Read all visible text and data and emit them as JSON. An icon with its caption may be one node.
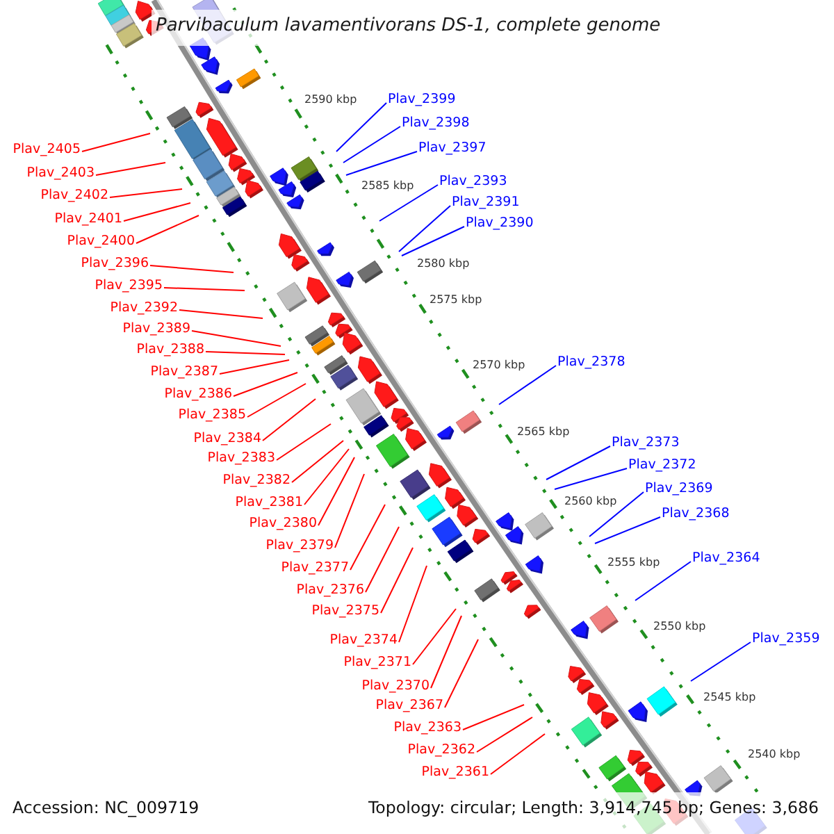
{
  "diagram": {
    "title": "Parvibaculum lavamentivorans DS-1, complete genome",
    "nodes": [
      {
        "text": [
          "Plav_2405"
        ]
      },
      {
        "text": [
          "Plav_2403"
        ]
      },
      {
        "text": [
          "Plav_2402"
        ]
      },
      {
        "text": [
          "Plav_2401"
        ]
      },
      {
        "text": [
          "Plav_2400"
        ]
      },
      {
        "text": [
          "Plav_2396"
        ]
      },
      {
        "text": [
          "Plav_2395"
        ]
      },
      {
        "text": [
          "Plav_2392"
        ]
      },
      {
        "text": [
          "Plav_2389"
        ]
      },
      {
        "text": [
          "Plav_2388"
        ]
      },
      {
        "text": [
          "Plav_2387"
        ]
      },
      {
        "text": [
          "Plav_2386"
        ]
      },
      {
        "text": [
          "Plav_2385"
        ]
      },
      {
        "text": [
          "Plav_2384"
        ]
      },
      {
        "text": [
          "Plav_2383"
        ]
      },
      {
        "text": [
          "Plav_2382"
        ]
      },
      {
        "text": [
          "Plav_2381"
        ]
      },
      {
        "text": [
          "Plav_2380"
        ]
      },
      {
        "text": [
          "Plav_2379"
        ]
      },
      {
        "text": [
          "Plav_2377"
        ]
      },
      {
        "text": [
          "Plav_2376"
        ]
      },
      {
        "text": [
          "Plav_2375"
        ]
      },
      {
        "text": [
          "Plav_2374"
        ]
      },
      {
        "text": [
          "Plav_2371"
        ]
      },
      {
        "text": [
          "Plav_2370"
        ]
      },
      {
        "text": [
          "Plav_2367"
        ]
      },
      {
        "text": [
          "Plav_2363"
        ]
      },
      {
        "text": [
          "Plav_2362"
        ]
      },
      {
        "text": [
          "Plav_2361"
        ]
      },
      {
        "text": [
          "Plav_2399"
        ]
      },
      {
        "text": [
          "Plav_2398"
        ]
      },
      {
        "text": [
          "Plav_2397"
        ]
      },
      {
        "text": [
          "Plav_2393"
        ]
      },
      {
        "text": [
          "Plav_2391"
        ]
      },
      {
        "text": [
          "Plav_2390"
        ]
      },
      {
        "text": [
          "Plav_2378"
        ]
      },
      {
        "text": [
          "Plav_2373"
        ]
      },
      {
        "text": [
          "Plav_2372"
        ]
      },
      {
        "text": [
          "Plav_2369"
        ]
      },
      {
        "text": [
          "Plav_2368"
        ]
      },
      {
        "text": [
          "Plav_2364"
        ]
      },
      {
        "text": [
          "Plav_2359"
        ]
      }
    ],
    "edges": [
      {
        "from": 0,
        "to": null,
        "arrow": "none"
      },
      {
        "from": 1,
        "to": null,
        "arrow": "none"
      },
      {
        "from": 2,
        "to": null,
        "arrow": "none"
      },
      {
        "from": 3,
        "to": null,
        "arrow": "none"
      },
      {
        "from": 4,
        "to": null,
        "arrow": "none"
      },
      {
        "from": 5,
        "to": null,
        "arrow": "none"
      },
      {
        "from": 6,
        "to": null,
        "arrow": "none"
      },
      {
        "from": 7,
        "to": null,
        "arrow": "none"
      },
      {
        "from": 8,
        "to": null,
        "arrow": "none"
      },
      {
        "from": 9,
        "to": null,
        "arrow": "none"
      },
      {
        "from": 10,
        "to": null,
        "arrow": "none"
      },
      {
        "from": 11,
        "to": null,
        "arrow": "none"
      },
      {
        "from": 12,
        "to": null,
        "arrow": "none"
      },
      {
        "from": 13,
        "to": null,
        "arrow": "none"
      },
      {
        "from": 14,
        "to": null,
        "arrow": "none"
      },
      {
        "from": 15,
        "to": null,
        "arrow": "none"
      },
      {
        "from": 16,
        "to": null,
        "arrow": "none"
      },
      {
        "from": 17,
        "to": null,
        "arrow": "none"
      },
      {
        "from": 18,
        "to": null,
        "arrow": "none"
      },
      {
        "from": 19,
        "to": null,
        "arrow": "none"
      },
      {
        "from": 20,
        "to": null,
        "arrow": "none"
      },
      {
        "from": 21,
        "to": null,
        "arrow": "none"
      },
      {
        "from": 22,
        "to": null,
        "arrow": "none"
      },
      {
        "from": 23,
        "to": null,
        "arrow": "none"
      },
      {
        "from": 24,
        "to": null,
        "arrow": "none"
      },
      {
        "from": 25,
        "to": null,
        "arrow": "none"
      },
      {
        "from": 26,
        "to": null,
        "arrow": "none"
      },
      {
        "from": 27,
        "to": null,
        "arrow": "none"
      },
      {
        "from": 28,
        "to": null,
        "arrow": "none"
      },
      {
        "from": 29,
        "to": null,
        "arrow": "none",
        "color": "#0000ff"
      },
      {
        "from": 30,
        "to": null,
        "arrow": "none",
        "color": "#0000ff"
      },
      {
        "from": 31,
        "to": null,
        "arrow": "none",
        "color": "#0000ff"
      },
      {
        "from": 32,
        "to": null,
        "arrow": "none",
        "color": "#0000ff"
      },
      {
        "from": 33,
        "to": null,
        "arrow": "none",
        "color": "#0000ff"
      },
      {
        "from": 34,
        "to": null,
        "arrow": "none",
        "color": "#0000ff"
      },
      {
        "from": 35,
        "to": null,
        "arrow": "none",
        "color": "#0000ff"
      },
      {
        "from": 36,
        "to": null,
        "arrow": "none",
        "color": "#0000ff"
      },
      {
        "from": 37,
        "to": null,
        "arrow": "none",
        "color": "#0000ff"
      },
      {
        "from": 38,
        "to": null,
        "arrow": "none",
        "color": "#0000ff"
      },
      {
        "from": 39,
        "to": null,
        "arrow": "none",
        "color": "#0000ff"
      },
      {
        "from": 40,
        "to": null,
        "arrow": "none",
        "color": "#0000ff"
      },
      {
        "from": 41,
        "to": null,
        "arrow": "none",
        "color": "#0000ff"
      }
    ],
    "labels": [
      "2590 kbp",
      "2585 kbp",
      "2580 kbp",
      "2575 kbp",
      "2570 kbp",
      "2565 kbp",
      "2560 kbp",
      "2555 kbp",
      "2550 kbp",
      "2545 kbp",
      "2540 kbp",
      "Accession: NC_009719",
      "Topology: circular; Length: 3,914,745 bp; Genes: 3,686"
    ]
  }
}
